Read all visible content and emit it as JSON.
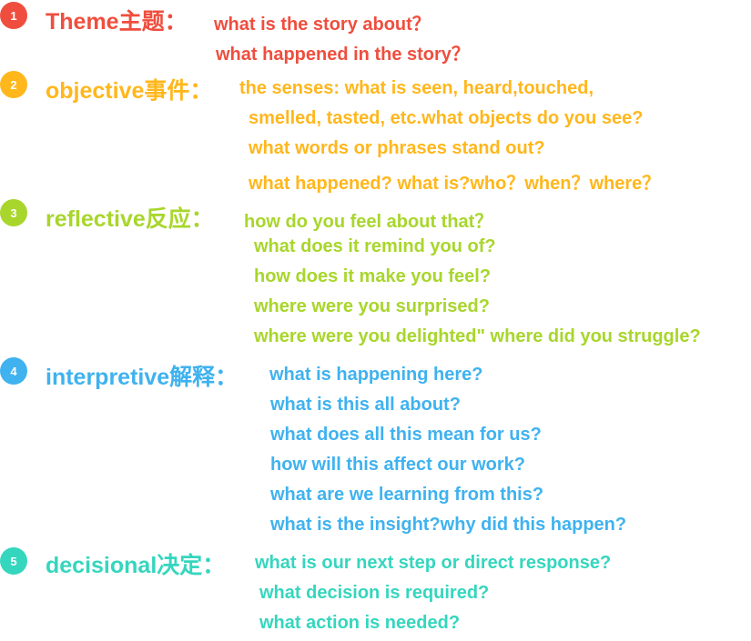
{
  "sections": [
    {
      "number": "1",
      "heading": "Theme主题：",
      "color": "#ef4e3e",
      "lines": [
        "what is the story about？",
        "what happened in the story？"
      ]
    },
    {
      "number": "2",
      "heading": "objective事件：",
      "color": "#ffb71c",
      "lines": [
        "the senses: what is seen, heard,touched,",
        "smelled, tasted, etc.what objects do you see?",
        "what words or phrases stand out?",
        "what happened? what is?who？when？where？"
      ]
    },
    {
      "number": "3",
      "heading": "reflective反应：",
      "color": "#a8d62c",
      "lines": [
        "how do you feel about that？",
        "what does it remind you of?",
        "how does it make you feel?",
        "where were you surprised?",
        "where were you delighted\" where did you struggle?"
      ]
    },
    {
      "number": "4",
      "heading": "interpretive解释：",
      "color": "#3fb2ef",
      "lines": [
        "what is happening here?",
        "what is this all about?",
        "what does all this mean for us?",
        "how will this affect our work?",
        "what are we learning from this?",
        "what is the insight?why did this happen?"
      ]
    },
    {
      "number": "5",
      "heading": "decisional决定：",
      "color": "#35d6be",
      "lines": [
        "what is our next step or direct response?",
        "what decision is required?",
        "what action is needed?"
      ]
    }
  ]
}
